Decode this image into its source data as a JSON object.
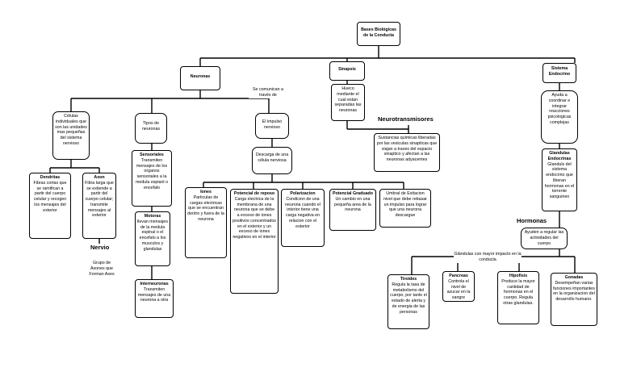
{
  "root": "Bases Biológicas de la Conducta",
  "neuronas": {
    "title": "Neuronas",
    "connector": "Se comunican a través de",
    "celulas": "Células individuales que son las unidades mas pequeñas del sistema nervioso",
    "dendritas": {
      "title": "Dendritas",
      "text": "Fibras cortas que se ramifican a partir del cuerpo celular y recogen los mensajes del exterior"
    },
    "axon": {
      "title": "Axon",
      "text": "Fibra larga que se extiende a partir del cuerpo celular; transmite mensajes al exterior"
    },
    "nervio": {
      "title": "Nervio",
      "text": "Grupo de Axones que Forman Axes"
    },
    "tipos": "Tipos de neuronas",
    "sensoriales": {
      "title": "Sensoriales",
      "text": "Transmiten mensajes de los organos sensoriales a la medula espianl o encefalo"
    },
    "motoras": {
      "title": "Motoras",
      "text": "llevan mensajes de la medula espinal o el encefalo a los musculos y glandulas"
    },
    "interneuronas": {
      "title": "Interneuronas",
      "text": "Transmiten mensajes de una neurona a otra"
    },
    "impulso": "El impulso nervioso",
    "descarga": "Descarga de una célula nerviosa",
    "iones": {
      "title": "Iones",
      "text": "Particulas de cargas electricas que se encuentran dentro y fuera de la neurona"
    },
    "potencial_reposo": {
      "title": "Potencial de reposo",
      "text": "Carga electrica de la membrana de una neurona que se debe a exceso de iones positivos concentrados en el exterior y un exceso de iones negativos en el interior"
    },
    "polarizacion": {
      "title": "Polarizacion",
      "text": "Condicion de una neurona cuando el interior tiene una carga negativa en relacion con el exterior"
    },
    "potencial_graduado": {
      "title": "Potencial Graduado",
      "text": "Un cambio en una pequeña area de la neurona"
    },
    "umbral": "Umbral de Exitacion nivel que debe rebasar un impulso para lograr que una neurona descargue"
  },
  "sinapsis": {
    "title": "Sinapsis",
    "hueco": "Hueco mediante el cual estan separadas las neuronas",
    "neurotransmisores_label": "Neurotransmisores",
    "neurotransmisores": "Sustancias quimicas liberadas por las vesiculas sinapticas que viajan a traves del espacio sinaptico y afectan a las neuronas adyacentes"
  },
  "endocrino": {
    "title": "Sistema Endocrino",
    "ayuda": "Ayuda a coordinar e integrar reacciones psicologicas complejas",
    "glandulas": {
      "title": "Glandulas Endocrinas",
      "text": "Glanduls del sistema endocrino que liberan hormonas en el torrente sanguineo"
    },
    "hormonas_label": "Hormonas",
    "hormonas": "Ayuden a regular las actividades del cuerpo",
    "connector": "Glándulas con mayor impacto en la conducta",
    "tiroides": {
      "title": "Tiroides",
      "text": "Regula la tasa de metabolismo del cuerpo, por tanto el estado de alerta y de energia de las personas"
    },
    "pancreas": {
      "title": "Pancreas",
      "text": "Controla el nivel de azucar en la sangre"
    },
    "hipofisis": {
      "title": "Hipofisis",
      "text": "Produce la mayor cantidad de hormonas en el cuerpo. Regula otras glandulas."
    },
    "gonadas": {
      "title": "Gonadas",
      "text": "Desempeñan varias funciones importantes en la organizacion del desarrollo humano."
    }
  }
}
